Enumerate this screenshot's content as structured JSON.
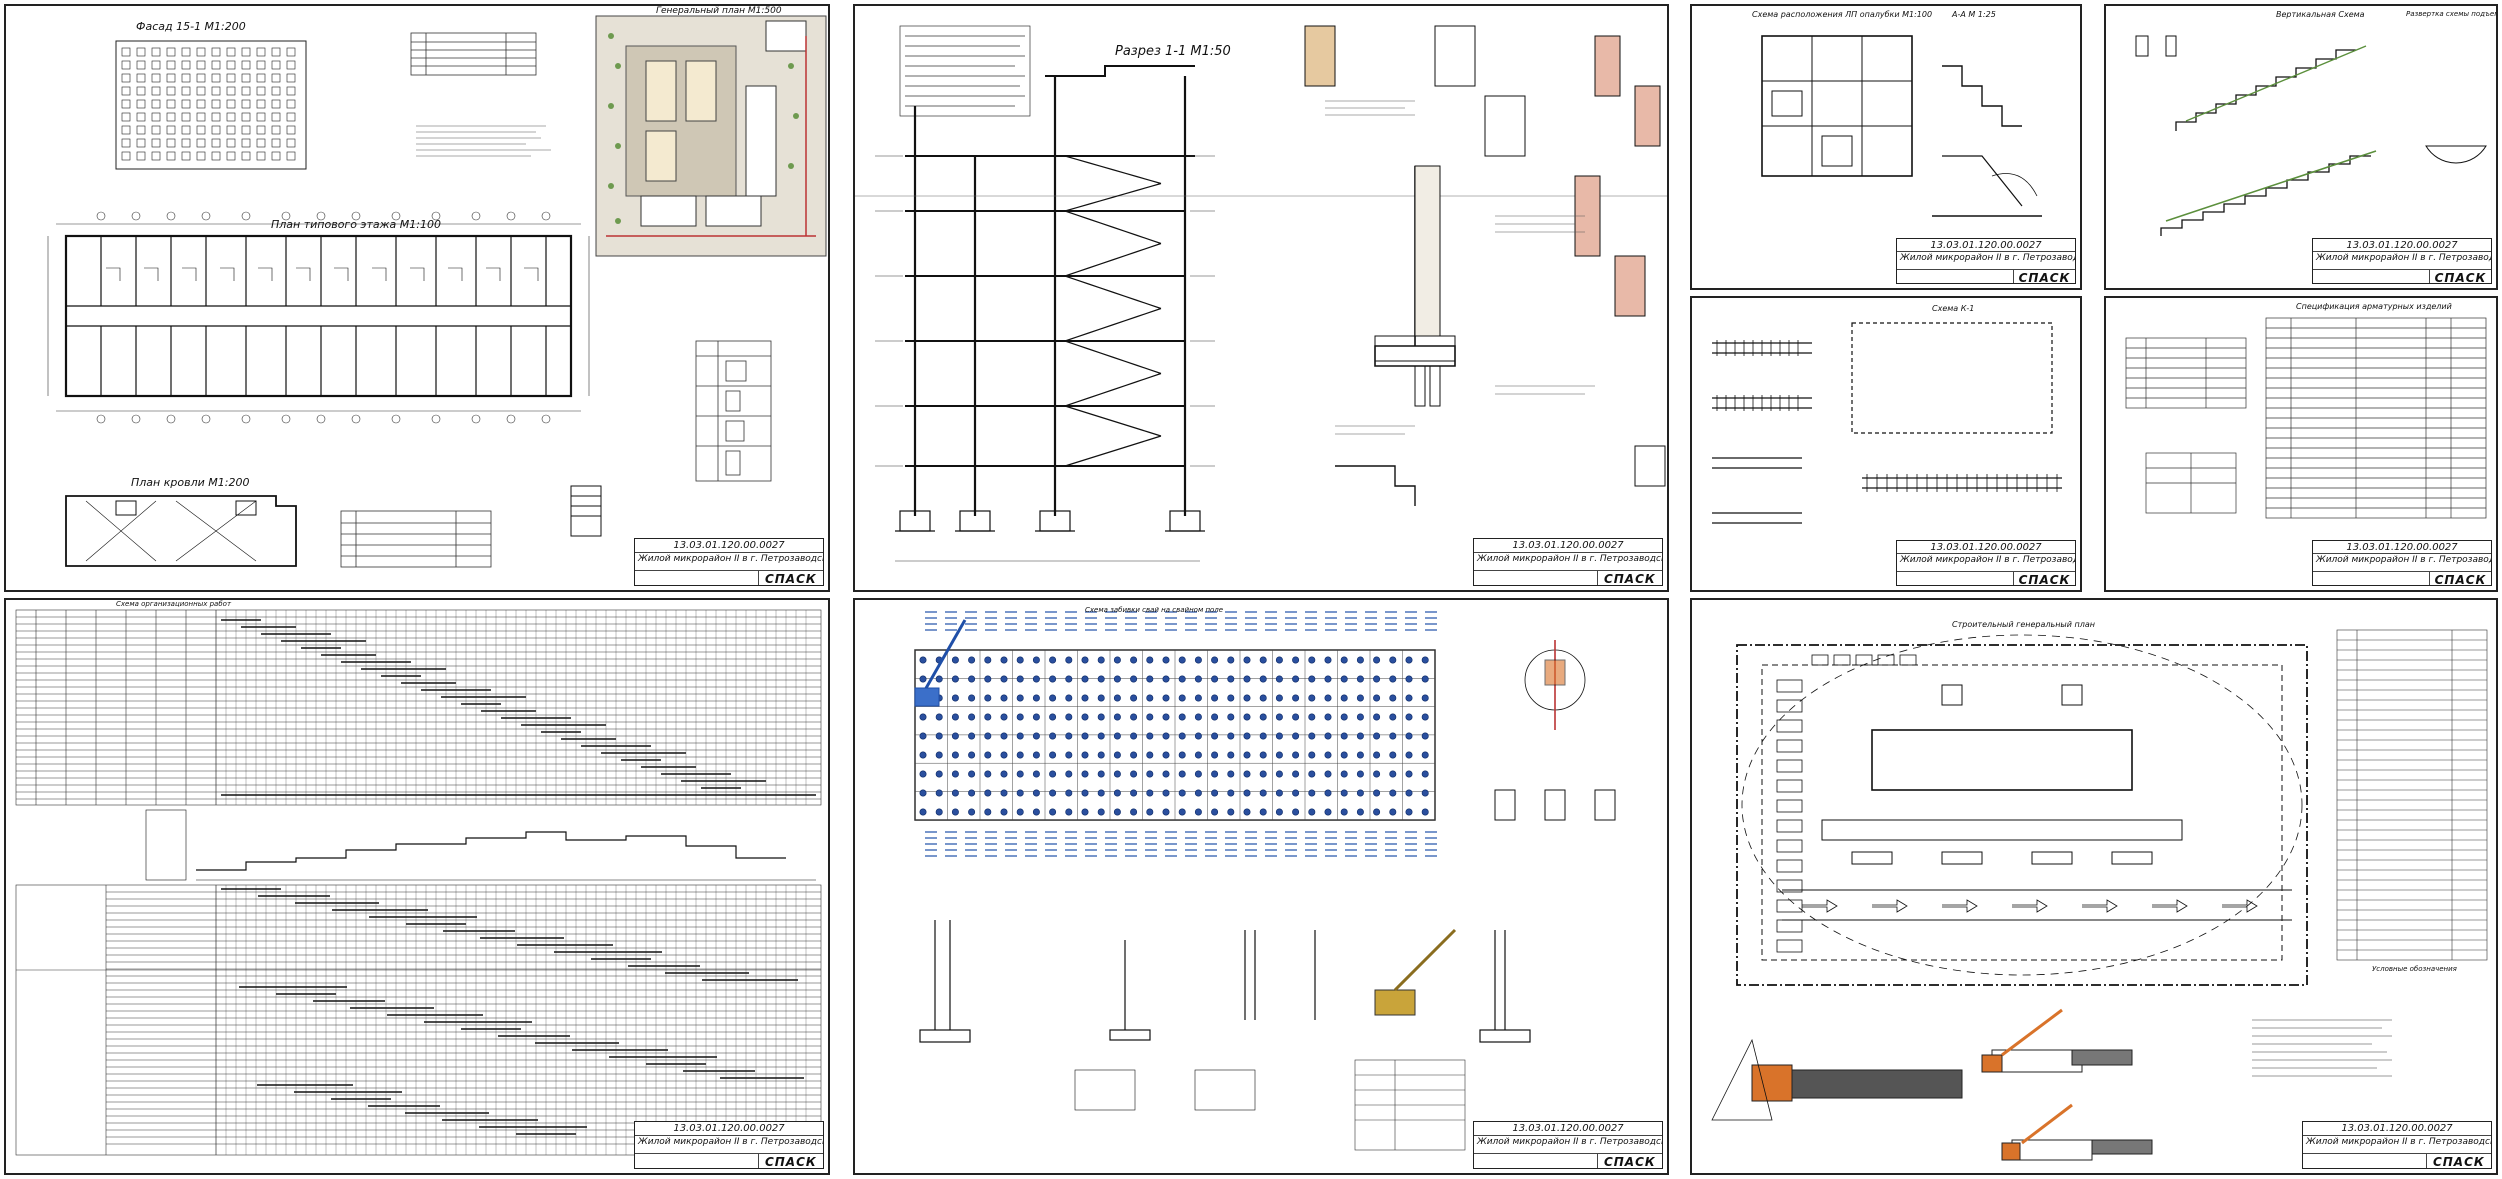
{
  "stamp": {
    "code": "13.03.01.120.00.0027",
    "project": "Жилой микрорайон II в г. Петрозаводске",
    "org": "СПАСК"
  },
  "sheets": {
    "s1": {
      "facade_title": "Фасад 15-1 М1:200",
      "plan_title": "План типового этажа М1:100",
      "roof_title": "План кровли М1:200",
      "genplan_title": "Генеральный план М1:500"
    },
    "s2": {
      "section_title": "Разрез 1-1 М1:50"
    },
    "s3": {
      "formwork_title": "Схема расположения ЛП опалубки М1:100",
      "section_aa": "А-А М 1:25",
      "rebar_title": "Вертикальная Схема",
      "rebar_sub": "Развертка схемы подъемной части",
      "frame_title": "Схема К-1",
      "spec_title": "Спецификация арматурных изделий"
    },
    "s4": {
      "gantt_title": "Схема организационных работ"
    },
    "s5": {
      "piles_title": "Схема забивки свай на свайном поле"
    },
    "s6": {
      "site_title": "Строительный генеральный план",
      "legend_title": "Условные обозначения"
    }
  },
  "colors": {
    "line": "#1a1a1a",
    "blue": "#1f4fa8",
    "orange": "#d9732a",
    "green": "#5b8f3c",
    "red": "#b33",
    "hatch": "#8b5a2b"
  }
}
